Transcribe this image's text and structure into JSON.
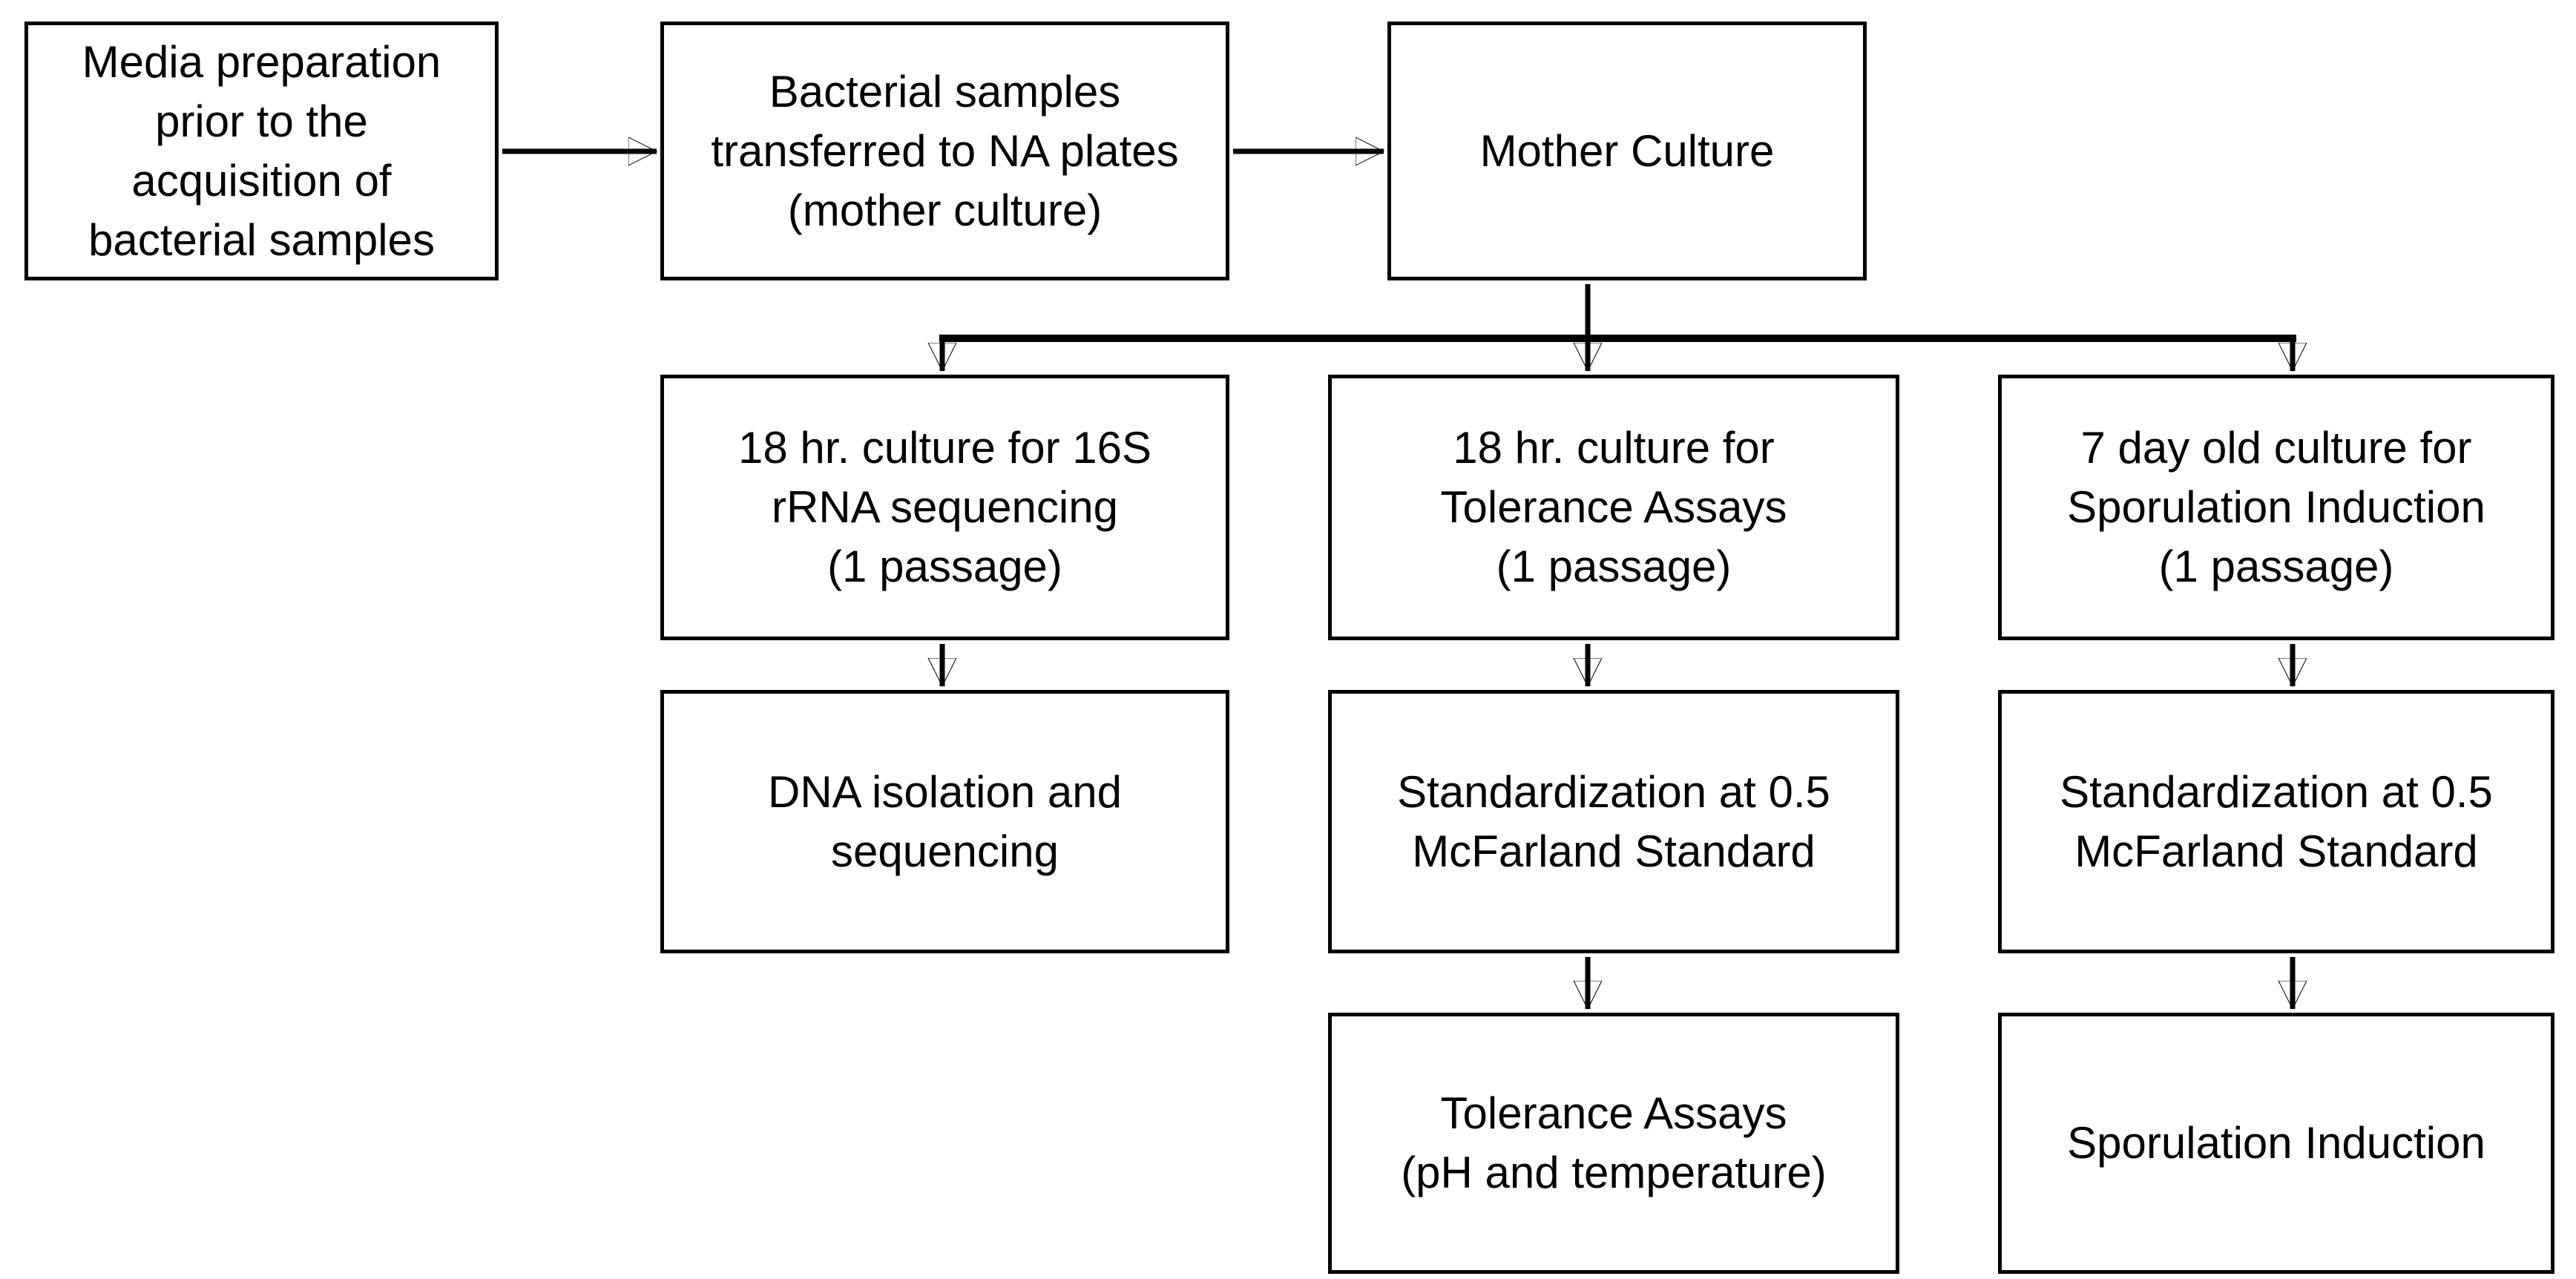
{
  "diagram": {
    "type": "flowchart",
    "colors": {
      "background": "#ffffff",
      "node_fill": "#ffffff",
      "node_border": "#000000",
      "line": "#000000",
      "text": "#000000"
    },
    "nodes": {
      "media_preparation": {
        "label": "Media preparation\nprior to the\nacquisition of\nbacterial samples"
      },
      "bacterial_samples": {
        "label": "Bacterial samples\ntransferred to NA plates\n(mother culture)"
      },
      "mother_culture": {
        "label": "Mother Culture"
      },
      "culture_16s": {
        "label": "18 hr. culture for 16S\nrRNA sequencing\n(1 passage)"
      },
      "culture_tolerance": {
        "label": "18 hr. culture for\nTolerance Assays\n(1 passage)"
      },
      "culture_sporulation": {
        "label": "7 day old culture for\nSporulation Induction\n(1 passage)"
      },
      "dna_isolation": {
        "label": "DNA isolation and\nsequencing"
      },
      "standardization_tolerance": {
        "label": "Standardization at 0.5\nMcFarland Standard"
      },
      "standardization_sporulation": {
        "label": "Standardization at 0.5\nMcFarland Standard"
      },
      "tolerance_assays": {
        "label": "Tolerance Assays\n(pH and temperature)"
      },
      "sporulation_induction": {
        "label": "Sporulation Induction"
      }
    },
    "edges": [
      {
        "from": "media_preparation",
        "to": "bacterial_samples"
      },
      {
        "from": "bacterial_samples",
        "to": "mother_culture"
      },
      {
        "from": "mother_culture",
        "to": "culture_16s"
      },
      {
        "from": "mother_culture",
        "to": "culture_tolerance"
      },
      {
        "from": "mother_culture",
        "to": "culture_sporulation"
      },
      {
        "from": "culture_16s",
        "to": "dna_isolation"
      },
      {
        "from": "culture_tolerance",
        "to": "standardization_tolerance"
      },
      {
        "from": "culture_sporulation",
        "to": "standardization_sporulation"
      },
      {
        "from": "standardization_tolerance",
        "to": "tolerance_assays"
      },
      {
        "from": "standardization_sporulation",
        "to": "sporulation_induction"
      }
    ]
  }
}
